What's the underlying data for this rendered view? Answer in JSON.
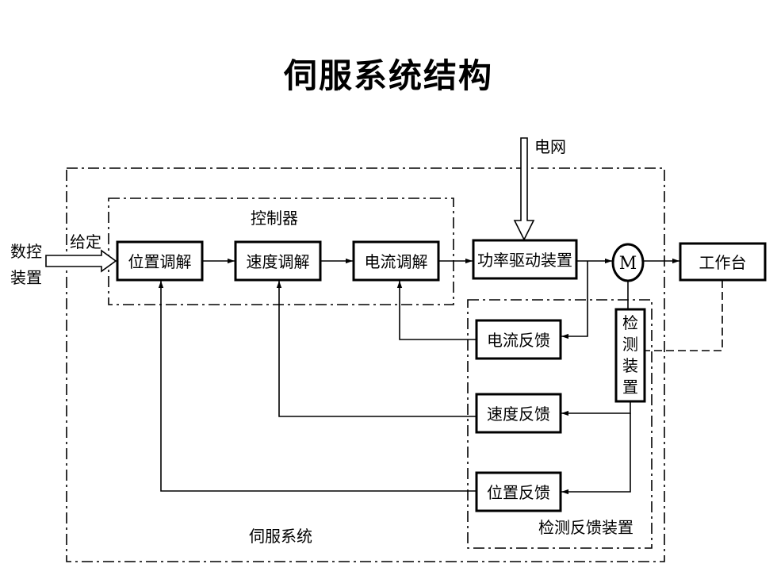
{
  "title": "伺服系统结构",
  "grid_label": "电网",
  "input": {
    "cnc_line1": "数控",
    "cnc_line2": "装置",
    "setpoint": "给定"
  },
  "groups": {
    "controller": "控制器",
    "servo_system": "伺服系统",
    "feedback_device": "检测反馈装置"
  },
  "blocks": {
    "position_regulator": "位置调解",
    "speed_regulator": "速度调解",
    "current_regulator": "电流调解",
    "power_driver": "功率驱动装置",
    "motor": "M",
    "worktable": "工作台",
    "current_feedback": "电流反馈",
    "speed_feedback": "速度反馈",
    "position_feedback": "位置反馈",
    "detector_chars": [
      "检",
      "测",
      "装",
      "置"
    ]
  },
  "colors": {
    "stroke": "#000000",
    "background": "#ffffff"
  }
}
